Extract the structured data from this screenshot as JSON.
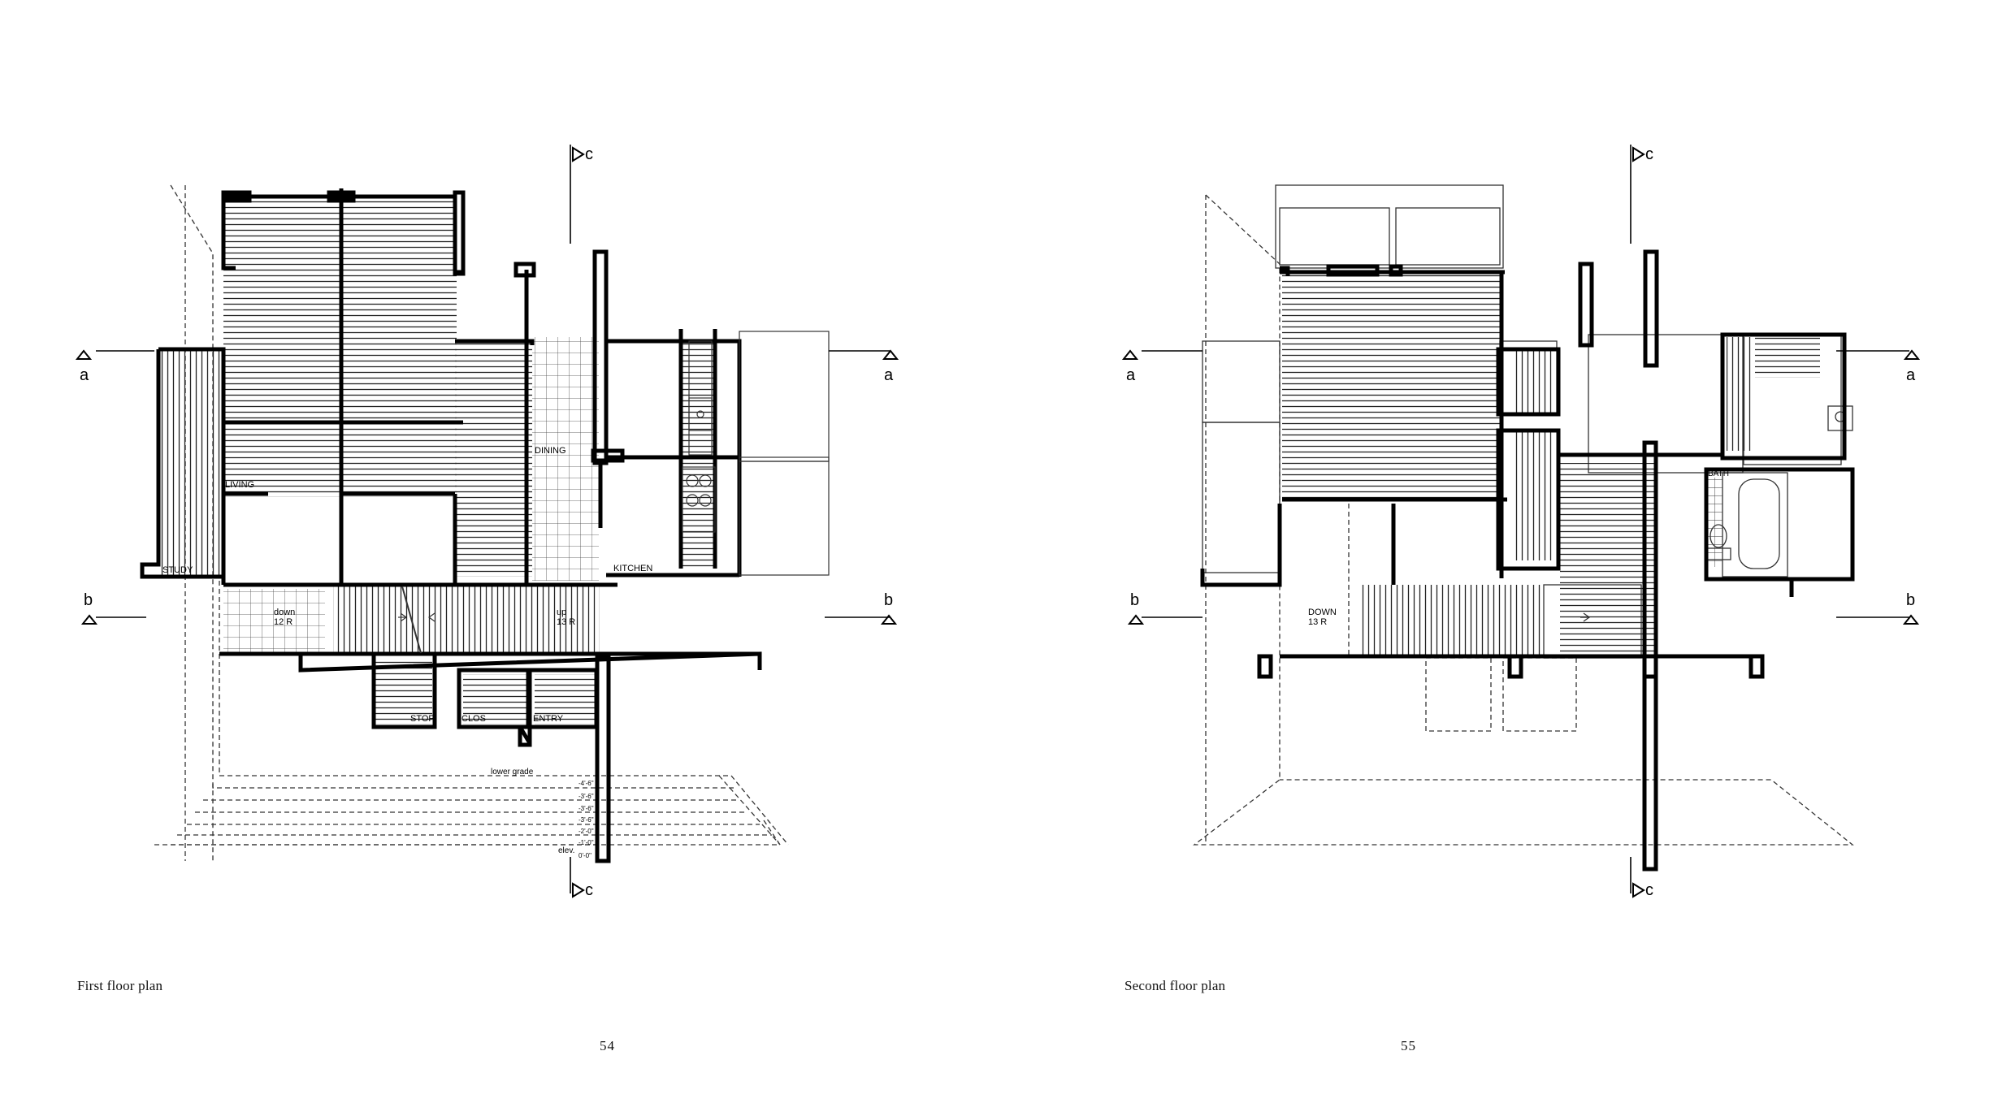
{
  "pages": [
    {
      "number": "54",
      "caption": "First floor plan",
      "section_markers": {
        "a": "a",
        "b": "b",
        "c": "c"
      },
      "rooms": [
        "LIVING",
        "STUDY",
        "DINING",
        "KITCHEN",
        "STOR",
        "CLOS",
        "ENTRY"
      ],
      "stairs": [
        {
          "direction": "down",
          "risers": "12 R"
        },
        {
          "direction": "up",
          "risers": "13 R"
        }
      ],
      "grade_labels": [
        "lower grade",
        "-4'-6\"",
        "-3'-6\"",
        "-3'-6\"",
        "-3'-6\"",
        "-2'-0\"",
        "-1'-0\"",
        "elev.",
        "0'-0\""
      ]
    },
    {
      "number": "55",
      "caption": "Second floor plan",
      "section_markers": {
        "a": "a",
        "b": "b",
        "c": "c"
      },
      "rooms": [
        "BATH"
      ],
      "stairs": [
        {
          "direction": "DOWN",
          "risers": "13 R"
        }
      ]
    }
  ]
}
